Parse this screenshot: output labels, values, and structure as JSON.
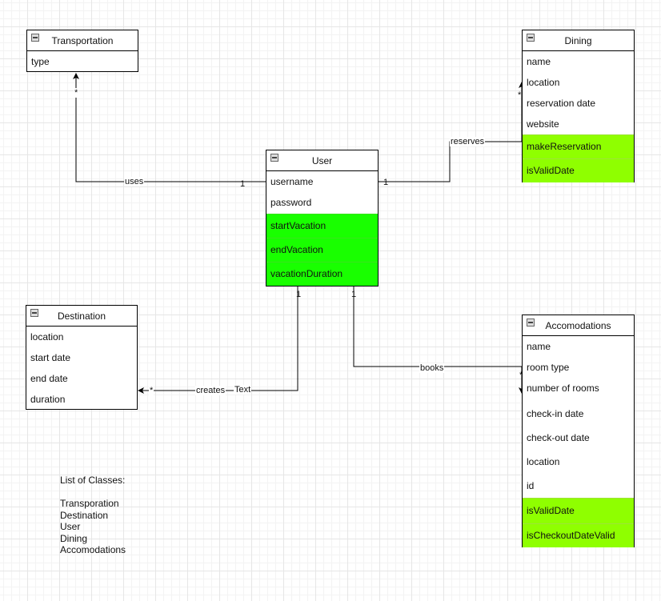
{
  "classes": {
    "transportation": {
      "title": "Transportation",
      "attributes": [
        "type"
      ],
      "methods": []
    },
    "dining": {
      "title": "Dining",
      "attributes": [
        "name",
        "location",
        "reservation date",
        "website"
      ],
      "methods": [
        "makeReservation",
        "isValidDate"
      ]
    },
    "user": {
      "title": "User",
      "attributes": [
        "username",
        "password"
      ],
      "methods": [
        "startVacation",
        "endVacation",
        "vacationDuration"
      ]
    },
    "destination": {
      "title": "Destination",
      "attributes": [
        "location",
        "start date",
        "end date",
        "duration"
      ],
      "methods": []
    },
    "accomodations": {
      "title": "Accomodations",
      "attributes": [
        "name",
        "room type",
        "number of rooms",
        "check-in date",
        "check-out date",
        "location",
        "id"
      ],
      "methods": [
        "isValidDate",
        "isCheckoutDateValid"
      ]
    }
  },
  "edges": {
    "uses": {
      "label": "uses",
      "source_mult": "1",
      "target_mult": "*"
    },
    "reserves": {
      "label": "reserves",
      "source_mult": "1",
      "target_mult": "*"
    },
    "creates": {
      "label": "creates",
      "extra_label": "Text",
      "source_mult": "1",
      "target_mult": "*"
    },
    "books": {
      "label": "books",
      "source_mult": "1",
      "target_mult": "*"
    }
  },
  "note": {
    "title": "List of Classes:",
    "items": [
      "Transporation",
      "Destination",
      "User",
      "Dining",
      "Accomodations"
    ]
  },
  "colors": {
    "user_methods": "#19ff00",
    "other_methods": "#8fff00"
  }
}
